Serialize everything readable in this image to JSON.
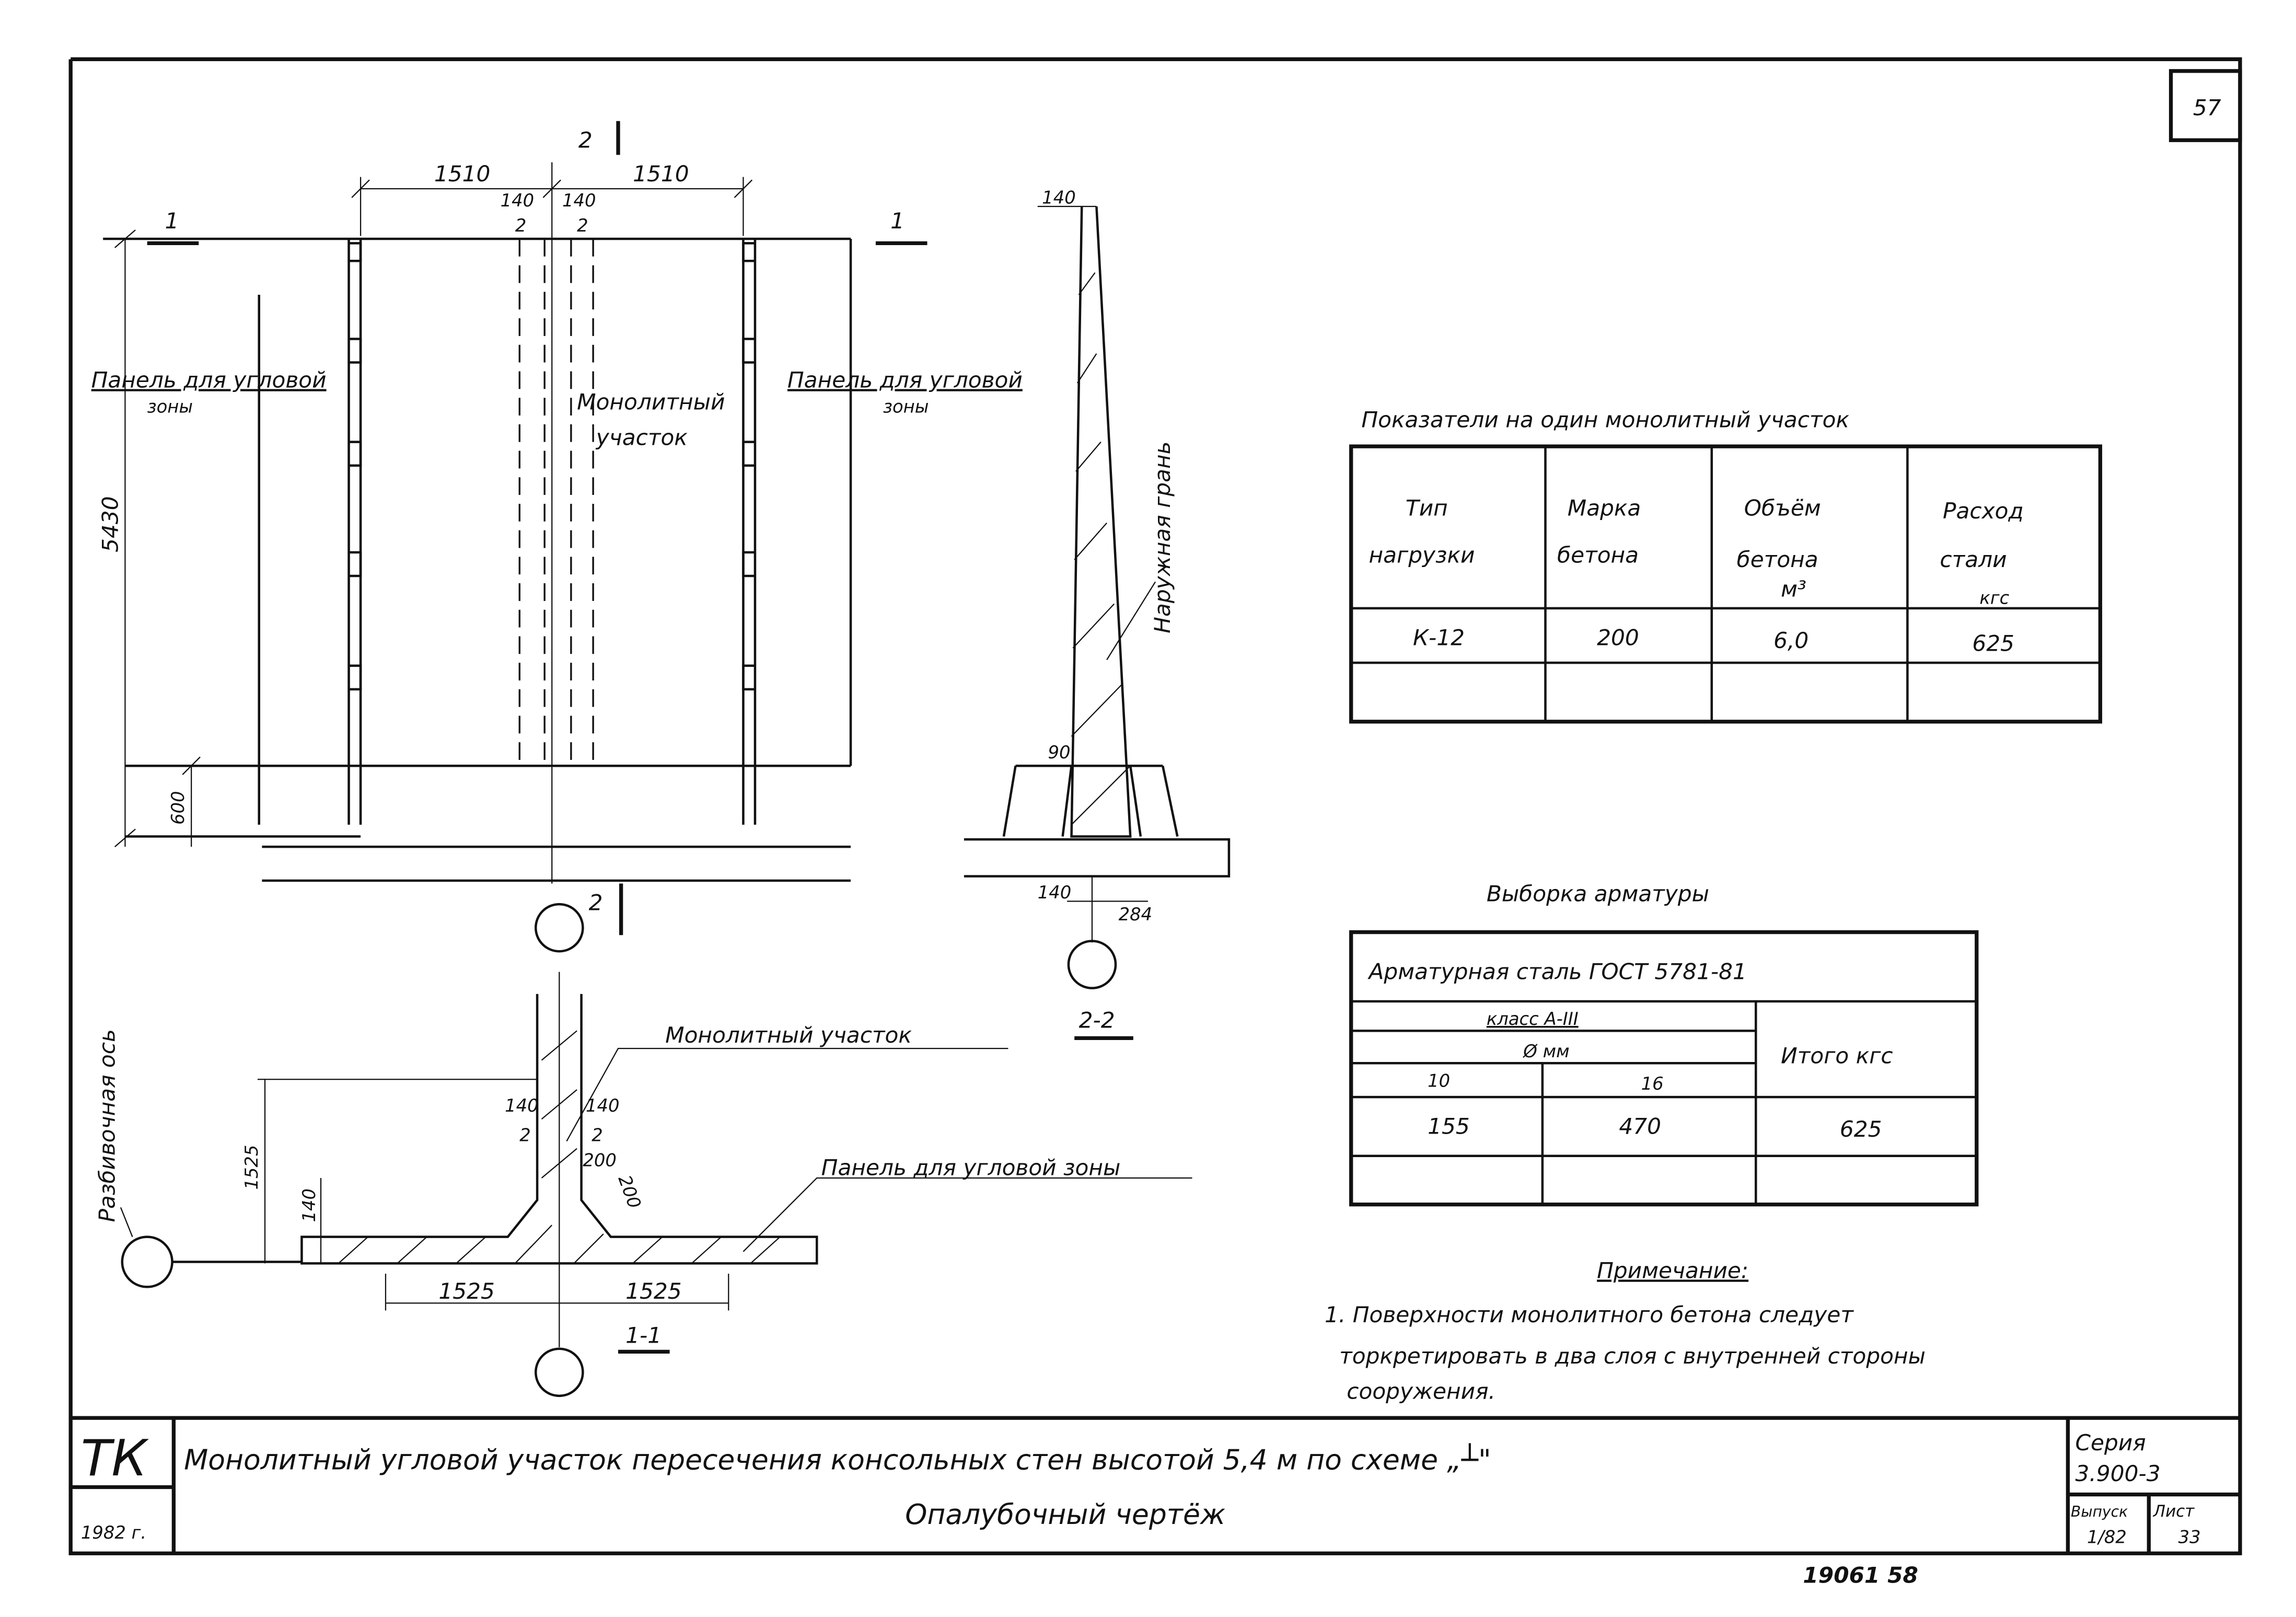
{
  "sheet": {
    "page_number": "57",
    "bottom_stamp": "19061  58"
  },
  "plan": {
    "dim_left": "1510",
    "dim_right": "1510",
    "dim_140_left": "140",
    "dim_2_left": "2",
    "dim_140_right": "140",
    "dim_2_right": "2",
    "height": "5430",
    "base": "600",
    "section1_left": "1",
    "section1_right": "1",
    "section2_top": "2",
    "section2_bottom": "2",
    "panel_left_1": "Панель для угловой",
    "panel_left_2": "зоны",
    "panel_right_1": "Панель для угловой",
    "panel_right_2": "зоны",
    "monolith_1": "Монолитный",
    "monolith_2": "участок"
  },
  "section22": {
    "title": "2-2",
    "dim_top": "140",
    "angle": "90",
    "dim_bottom": "140",
    "dim_284": "284",
    "outer_face": "Наружная грань"
  },
  "section11": {
    "title": "1-1",
    "monolith": "Монолитный участок",
    "panel": "Панель для угловой зоны",
    "axis": "Разбивочная ось",
    "dim_height": "1525",
    "dim_140": "140",
    "dim_140_l": "140",
    "dim_2_l": "2",
    "dim_140_r": "140",
    "dim_2_r": "2",
    "dim_200a": "200",
    "dim_200b": "200",
    "dim_left": "1525",
    "dim_right": "1525"
  },
  "indicators": {
    "title": "Показатели на один монолитный участок",
    "headers": [
      [
        "Тип",
        "нагрузки",
        ""
      ],
      [
        "Марка",
        "бетона",
        ""
      ],
      [
        "Объём",
        "бетона",
        "м³"
      ],
      [
        "Расход",
        "стали",
        "кгс"
      ]
    ],
    "row": [
      "К-12",
      "200",
      "6,0",
      "625"
    ]
  },
  "rebar": {
    "title": "Выборка арматуры",
    "header": "Арматурная сталь ГОСТ 5781-81",
    "class": "класс A-III",
    "diameter": "Ø мм",
    "d1": "10",
    "d2": "16",
    "total_header": "Итого кгс",
    "v1": "155",
    "v2": "470",
    "total": "625"
  },
  "note": {
    "title": "Примечание:",
    "line1": "1. Поверхности монолитного бетона следует",
    "line2": "торкретировать в два слоя с внутренней стороны",
    "line3": "сооружения."
  },
  "title_block": {
    "code": "ТК",
    "year": "1982 г.",
    "title_line1": "Монолитный угловой участок пересечения   консольных   стен   высотой  5,4 м по схеме „┴\"",
    "title_line2": "Опалубочный чертёж",
    "series_label": "Серия",
    "series": "3.900-3",
    "issue_label": "Выпуск",
    "issue": "1/82",
    "sheet_label": "Лист",
    "sheet": "33"
  }
}
